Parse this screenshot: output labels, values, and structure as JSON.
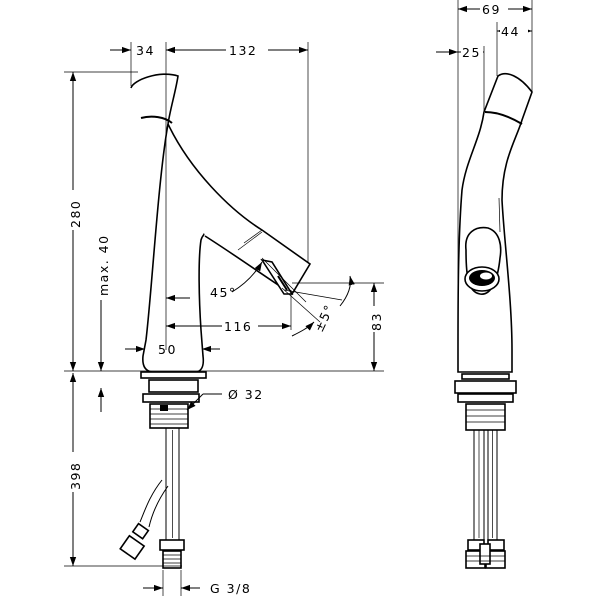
{
  "drawing": {
    "front_view": {
      "dim_spout_offset": "34",
      "dim_spout_reach_top": "132",
      "dim_height": "280",
      "dim_max_clearance": "max. 40",
      "dim_angle": "45°",
      "dim_spout_reach": "116",
      "dim_swivel": "±5°",
      "dim_outlet_height": "83",
      "dim_base_width": "50",
      "dim_hole_diameter": "Ø 32",
      "dim_hose_length": "398",
      "dim_thread": "G 3/8"
    },
    "side_view": {
      "dim_total_depth": "69",
      "dim_top_depth": "44",
      "dim_base_offset": "25"
    }
  }
}
